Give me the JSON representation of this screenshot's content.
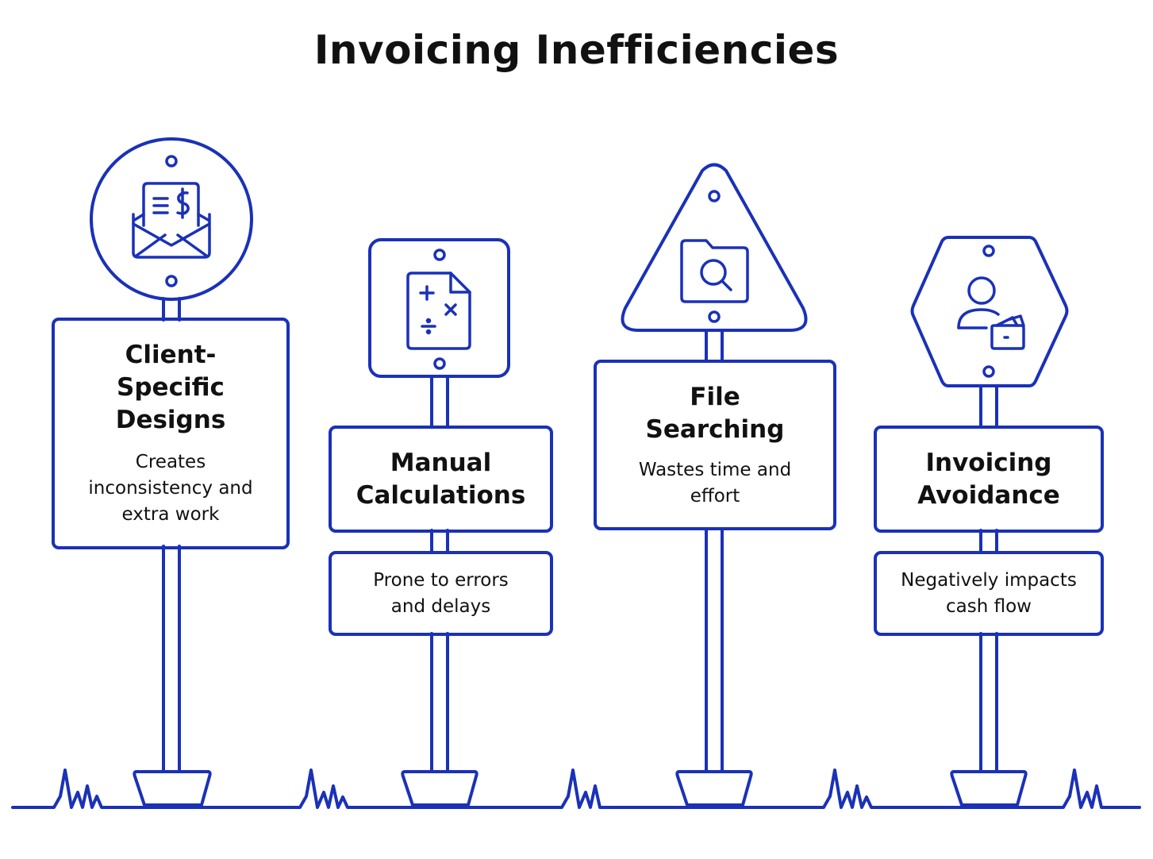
{
  "title": "Invoicing Inefficiencies",
  "colors": {
    "stroke": "#1a31b8",
    "text": "#111111",
    "background": "#ffffff"
  },
  "signs": [
    {
      "shape": "circle",
      "icon": "invoice-envelope-icon",
      "heading": "Client-\nSpecific\nDesigns",
      "description": "Creates\ninconsistency and\nextra work"
    },
    {
      "shape": "rounded-square",
      "icon": "calculation-document-icon",
      "heading": "Manual\nCalculations",
      "description": "Prone to errors\nand delays"
    },
    {
      "shape": "triangle",
      "icon": "folder-search-icon",
      "heading": "File\nSearching",
      "description": "Wastes time and\neffort"
    },
    {
      "shape": "hexagon",
      "icon": "user-wallet-icon",
      "heading": "Invoicing\nAvoidance",
      "description": "Negatively impacts\ncash flow"
    }
  ]
}
